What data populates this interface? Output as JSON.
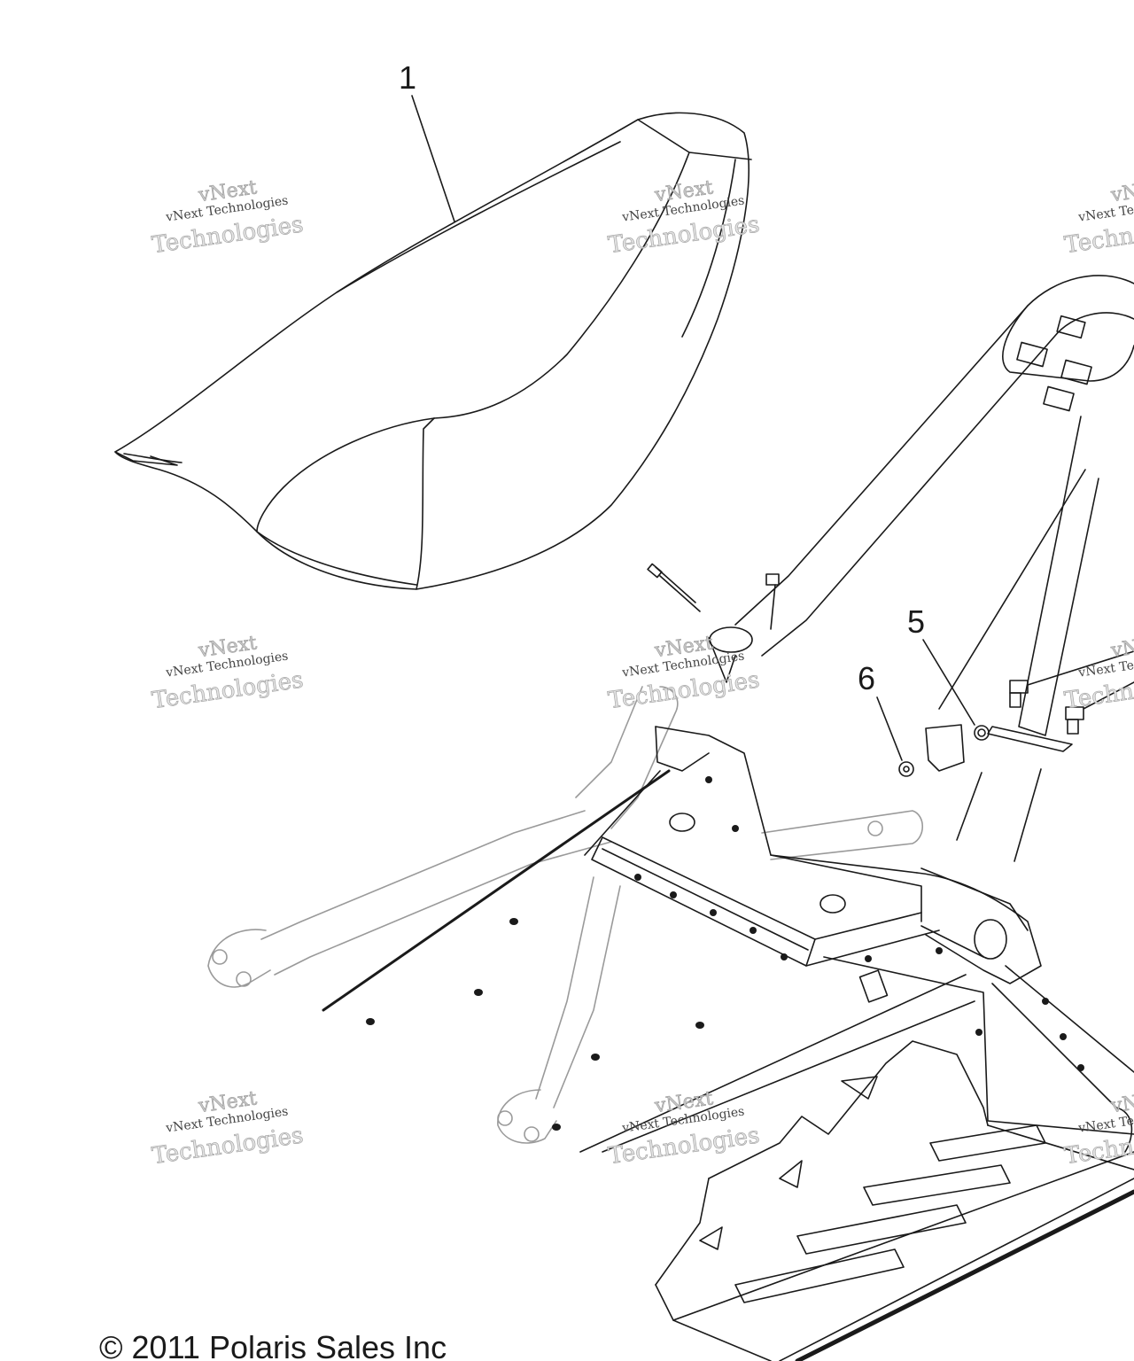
{
  "callouts": {
    "seat": "1",
    "part5": "5",
    "part6": "6"
  },
  "watermark": {
    "brand": "vNext",
    "full": "vNext Technologies",
    "word": "Technologies"
  },
  "copyright": "© 2011 Polaris Sales Inc",
  "colors": {
    "line": "#1a1a1a",
    "ghost": "#9a9a9a",
    "background": "#ffffff"
  }
}
